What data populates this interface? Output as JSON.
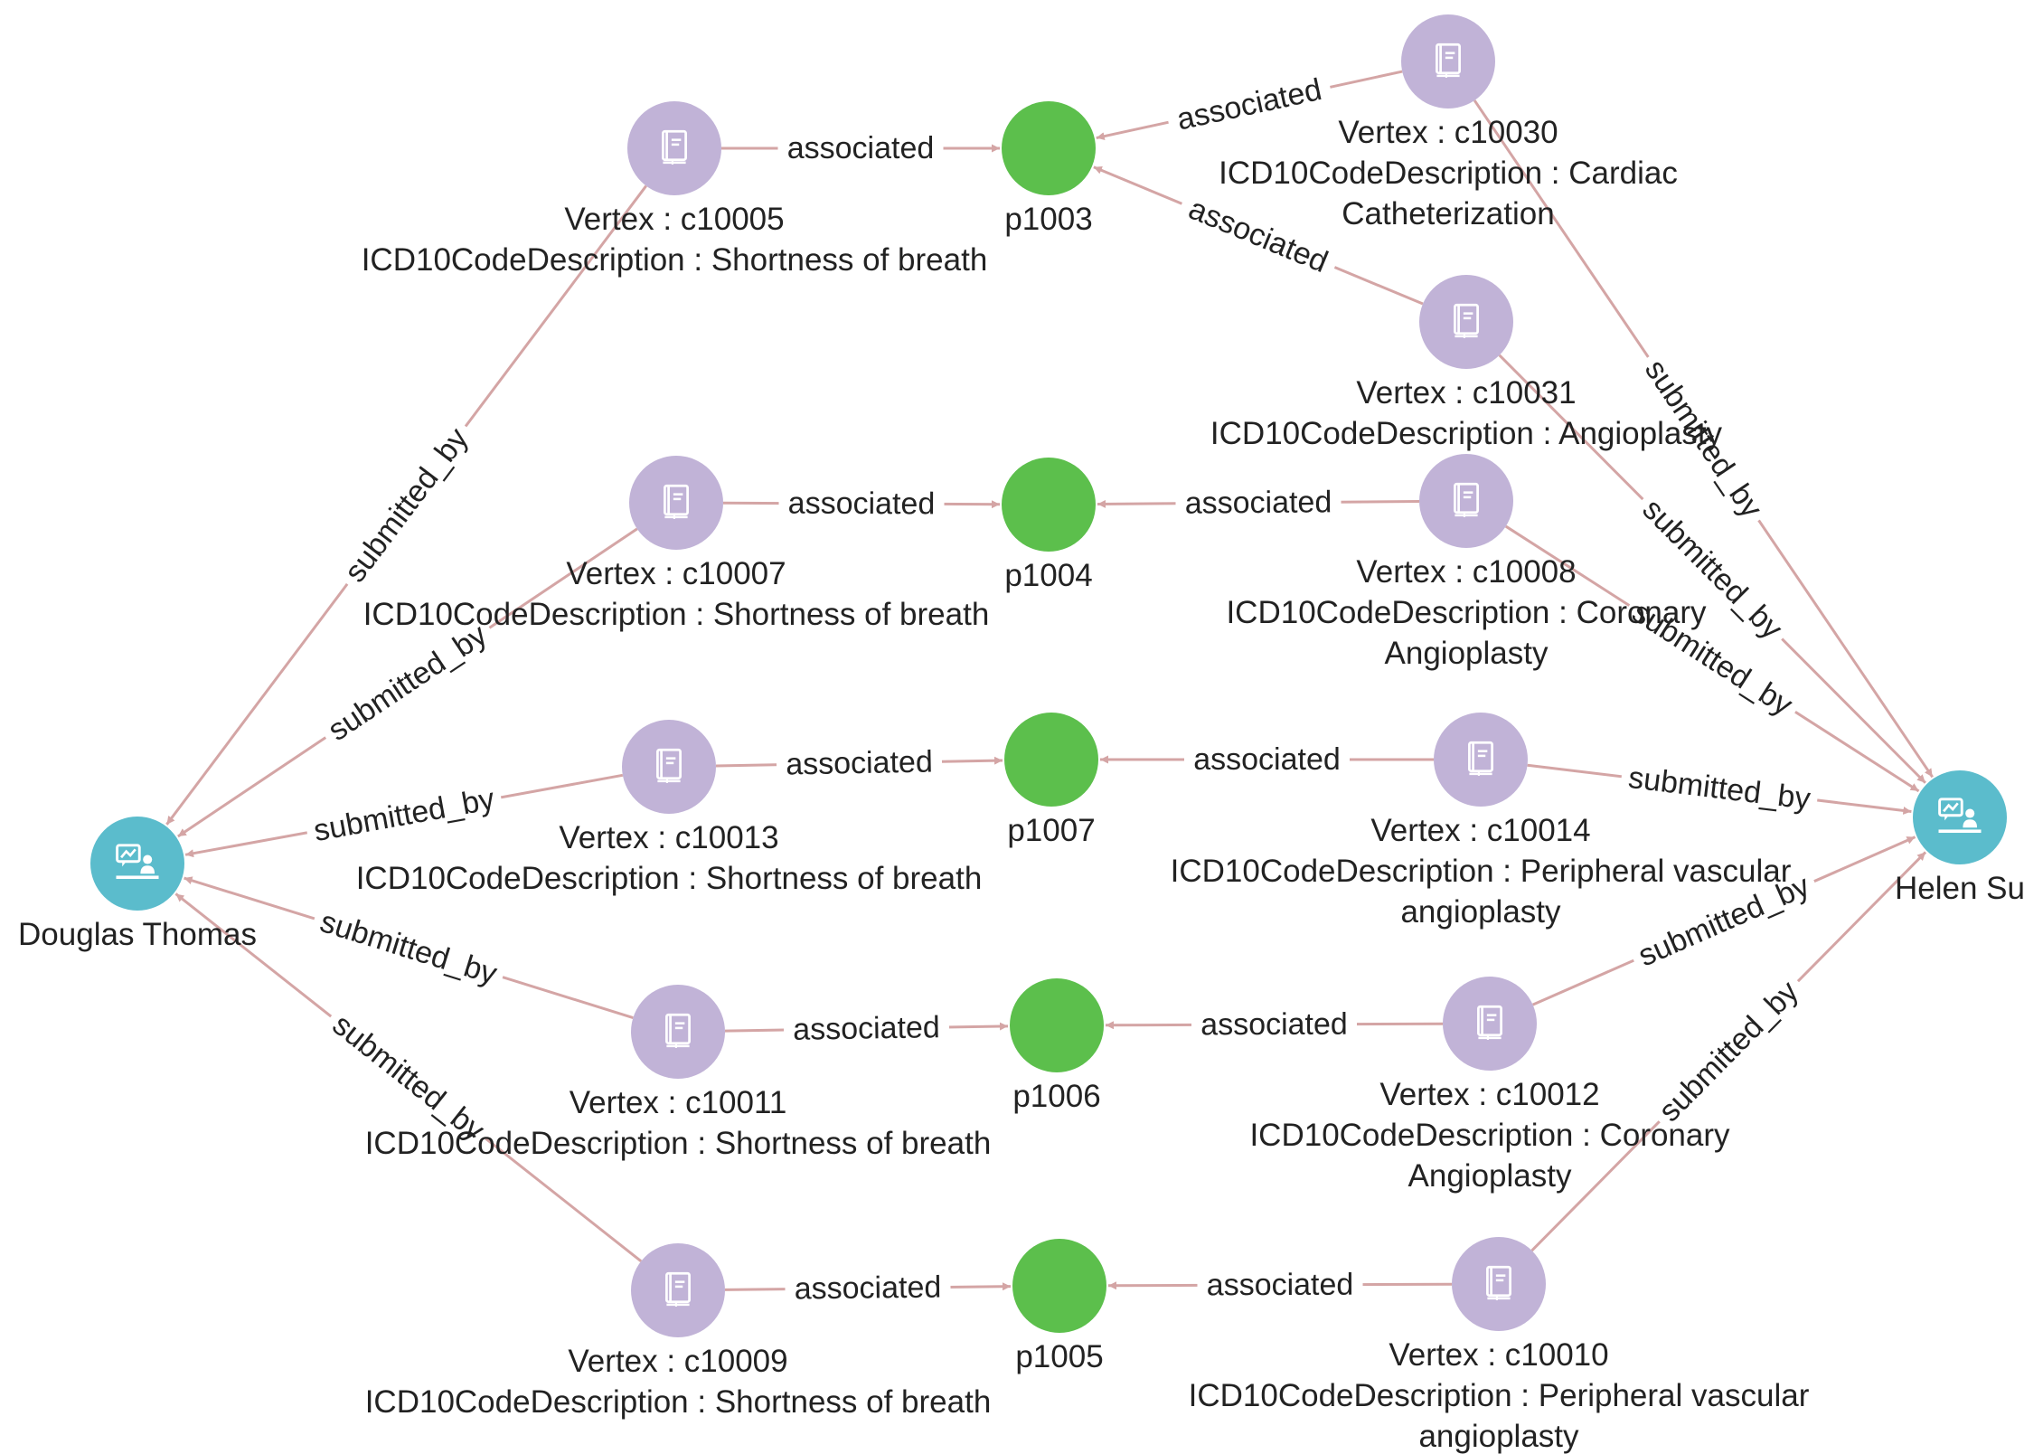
{
  "colors": {
    "edge": "#d4a5a5",
    "condition_node": "#c1b3d7",
    "procedure_node": "#5cbf4c",
    "provider_node": "#5bbccc",
    "icon": "#ffffff"
  },
  "nodes": [
    {
      "id": "c10005",
      "kind": "condition",
      "icon": "book-icon",
      "lines": [
        "Vertex : c10005",
        "ICD10CodeDescription : Shortness of breath"
      ]
    },
    {
      "id": "c10007",
      "kind": "condition",
      "icon": "book-icon",
      "lines": [
        "Vertex : c10007",
        "ICD10CodeDescription : Shortness of breath"
      ]
    },
    {
      "id": "c10013",
      "kind": "condition",
      "icon": "book-icon",
      "lines": [
        "Vertex : c10013",
        "ICD10CodeDescription : Shortness of breath"
      ]
    },
    {
      "id": "c10011",
      "kind": "condition",
      "icon": "book-icon",
      "lines": [
        "Vertex : c10011",
        "ICD10CodeDescription : Shortness of breath"
      ]
    },
    {
      "id": "c10009",
      "kind": "condition",
      "icon": "book-icon",
      "lines": [
        "Vertex : c10009",
        "ICD10CodeDescription : Shortness of breath"
      ]
    },
    {
      "id": "c10030",
      "kind": "condition",
      "icon": "book-icon",
      "lines": [
        "Vertex : c10030",
        "ICD10CodeDescription : Cardiac",
        "Catheterization"
      ]
    },
    {
      "id": "c10031",
      "kind": "condition",
      "icon": "book-icon",
      "lines": [
        "Vertex : c10031",
        "ICD10CodeDescription : Angioplasty"
      ]
    },
    {
      "id": "c10008",
      "kind": "condition",
      "icon": "book-icon",
      "lines": [
        "Vertex : c10008",
        "ICD10CodeDescription : Coronary",
        "Angioplasty"
      ]
    },
    {
      "id": "c10014",
      "kind": "condition",
      "icon": "book-icon",
      "lines": [
        "Vertex : c10014",
        "ICD10CodeDescription : Peripheral vascular",
        "angioplasty"
      ]
    },
    {
      "id": "c10012",
      "kind": "condition",
      "icon": "book-icon",
      "lines": [
        "Vertex : c10012",
        "ICD10CodeDescription : Coronary",
        "Angioplasty"
      ]
    },
    {
      "id": "c10010",
      "kind": "condition",
      "icon": "book-icon",
      "lines": [
        "Vertex : c10010",
        "ICD10CodeDescription : Peripheral vascular",
        "angioplasty"
      ]
    },
    {
      "id": "p1003",
      "kind": "procedure",
      "lines": [
        "p1003"
      ]
    },
    {
      "id": "p1004",
      "kind": "procedure",
      "lines": [
        "p1004"
      ]
    },
    {
      "id": "p1007",
      "kind": "procedure",
      "lines": [
        "p1007"
      ]
    },
    {
      "id": "p1006",
      "kind": "procedure",
      "lines": [
        "p1006"
      ]
    },
    {
      "id": "p1005",
      "kind": "procedure",
      "lines": [
        "p1005"
      ]
    },
    {
      "id": "douglas",
      "kind": "provider",
      "icon": "doctor-presentation-icon",
      "lines": [
        "Douglas Thomas"
      ]
    },
    {
      "id": "helen",
      "kind": "provider",
      "icon": "doctor-presentation-icon",
      "lines": [
        "Helen Su"
      ]
    }
  ],
  "edges": [
    {
      "from": "c10005",
      "to": "p1003",
      "label": "associated"
    },
    {
      "from": "c10030",
      "to": "p1003",
      "label": "associated"
    },
    {
      "from": "c10031",
      "to": "p1003",
      "label": "associated"
    },
    {
      "from": "c10007",
      "to": "p1004",
      "label": "associated"
    },
    {
      "from": "c10008",
      "to": "p1004",
      "label": "associated"
    },
    {
      "from": "c10013",
      "to": "p1007",
      "label": "associated"
    },
    {
      "from": "c10014",
      "to": "p1007",
      "label": "associated"
    },
    {
      "from": "c10011",
      "to": "p1006",
      "label": "associated"
    },
    {
      "from": "c10012",
      "to": "p1006",
      "label": "associated"
    },
    {
      "from": "c10009",
      "to": "p1005",
      "label": "associated"
    },
    {
      "from": "c10010",
      "to": "p1005",
      "label": "associated"
    },
    {
      "from": "c10005",
      "to": "douglas",
      "label": "submitted_by"
    },
    {
      "from": "c10007",
      "to": "douglas",
      "label": "submitted_by"
    },
    {
      "from": "c10013",
      "to": "douglas",
      "label": "submitted_by"
    },
    {
      "from": "c10011",
      "to": "douglas",
      "label": "submitted_by"
    },
    {
      "from": "c10009",
      "to": "douglas",
      "label": "submitted_by"
    },
    {
      "from": "c10030",
      "to": "helen",
      "label": "submitted_by"
    },
    {
      "from": "c10031",
      "to": "helen",
      "label": "submitted_by"
    },
    {
      "from": "c10008",
      "to": "helen",
      "label": "submitted_by"
    },
    {
      "from": "c10014",
      "to": "helen",
      "label": "submitted_by"
    },
    {
      "from": "c10012",
      "to": "helen",
      "label": "submitted_by"
    },
    {
      "from": "c10010",
      "to": "helen",
      "label": "submitted_by"
    }
  ]
}
